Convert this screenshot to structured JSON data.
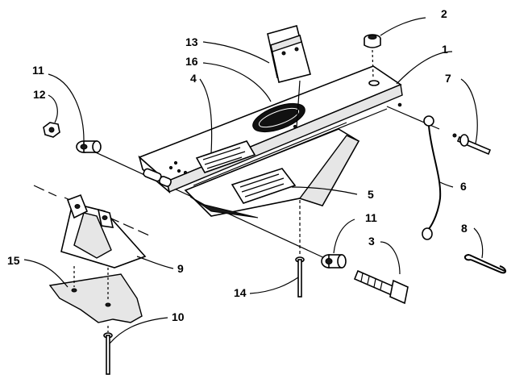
{
  "callouts": [
    {
      "id": "1",
      "label": "1"
    },
    {
      "id": "2",
      "label": "2"
    },
    {
      "id": "3",
      "label": "3"
    },
    {
      "id": "4",
      "label": "4"
    },
    {
      "id": "5",
      "label": "5"
    },
    {
      "id": "6",
      "label": "6"
    },
    {
      "id": "7",
      "label": "7"
    },
    {
      "id": "8",
      "label": "8"
    },
    {
      "id": "9",
      "label": "9"
    },
    {
      "id": "10",
      "label": "10"
    },
    {
      "id": "11a",
      "label": "11"
    },
    {
      "id": "11b",
      "label": "11"
    },
    {
      "id": "12",
      "label": "12"
    },
    {
      "id": "13",
      "label": "13"
    },
    {
      "id": "14",
      "label": "14"
    },
    {
      "id": "15",
      "label": "15"
    },
    {
      "id": "16",
      "label": "16"
    }
  ]
}
